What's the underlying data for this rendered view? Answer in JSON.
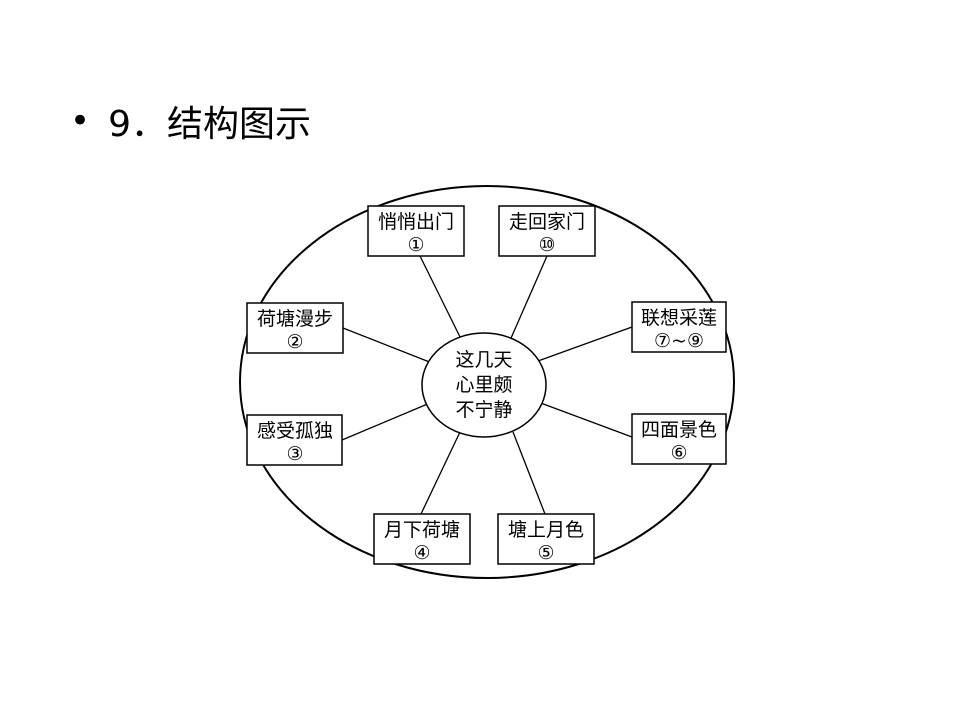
{
  "slide": {
    "bullet": "•",
    "title": "9．结构图示"
  },
  "diagram": {
    "center": [
      "这几天",
      "心里颇",
      "不宁静"
    ],
    "nodes": [
      {
        "id": "node-1",
        "line1": "悄悄出门",
        "line2": "①"
      },
      {
        "id": "node-10",
        "line1": "走回家门",
        "line2": "⑩"
      },
      {
        "id": "node-2",
        "line1": "荷塘漫步",
        "line2": "②"
      },
      {
        "id": "node-7-9",
        "line1": "联想采莲",
        "line2": "⑦~⑨"
      },
      {
        "id": "node-3",
        "line1": "感受孤独",
        "line2": "③"
      },
      {
        "id": "node-6",
        "line1": "四面景色",
        "line2": "⑥"
      },
      {
        "id": "node-4",
        "line1": "月下荷塘",
        "line2": "④"
      },
      {
        "id": "node-5",
        "line1": "塘上月色",
        "line2": "⑤"
      }
    ]
  }
}
